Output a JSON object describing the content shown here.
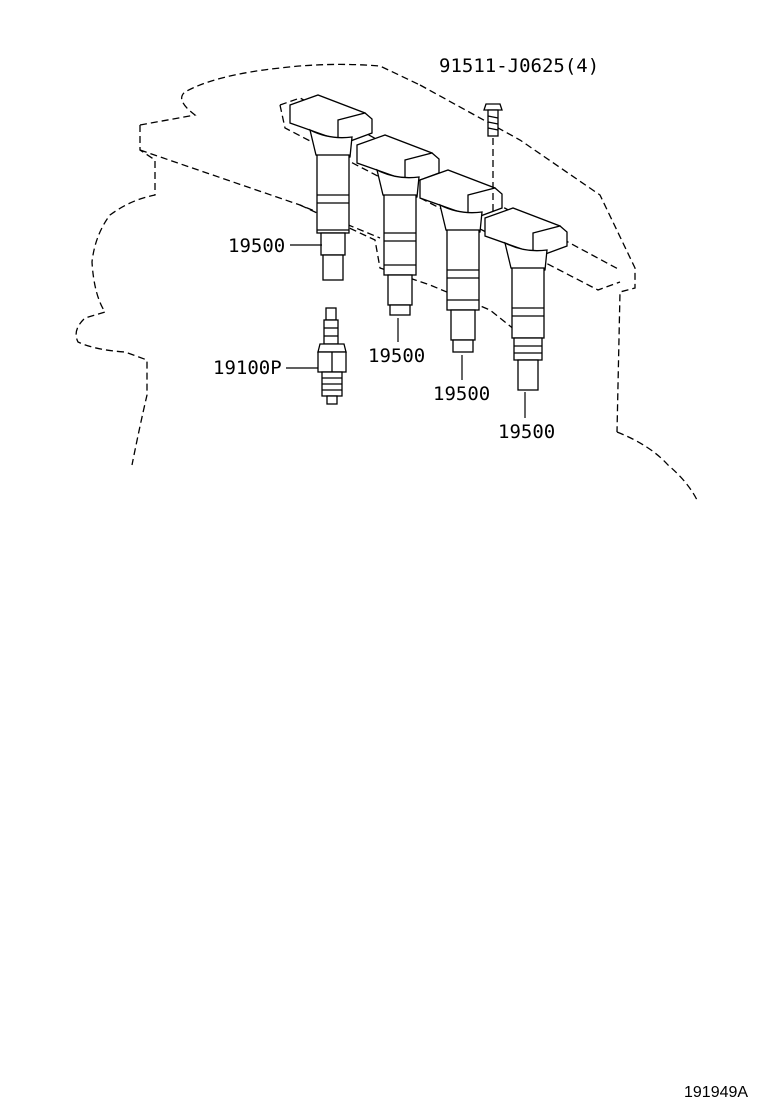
{
  "diagram": {
    "part_labels": {
      "bolt": "91511-J0625(4)",
      "coil_1": "19500",
      "coil_2": "19500",
      "coil_3": "19500",
      "coil_4": "19500",
      "spark_plug": "19100P"
    },
    "reference_id": "191949A"
  }
}
